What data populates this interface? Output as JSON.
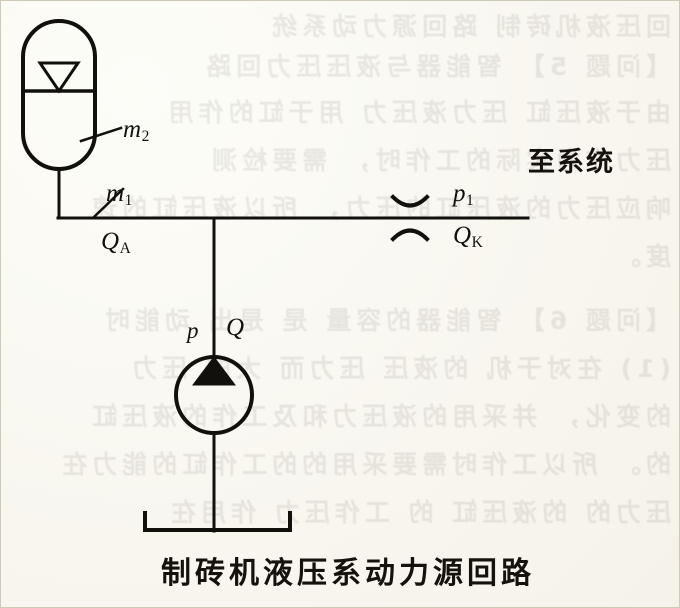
{
  "figure": {
    "caption": "制砖机液压系动力源回路",
    "to_system_label": "至系统"
  },
  "labels": {
    "accumulator_mass": "m",
    "accumulator_mass_sub": "2",
    "line_mass": "m",
    "line_mass_sub": "1",
    "flow_a": "Q",
    "flow_a_sub": "A",
    "pressure_1": "p",
    "pressure_1_sub": "1",
    "flow_k": "Q",
    "flow_k_sub": "K",
    "pump_pressure": "p",
    "pump_flow": "Q"
  },
  "components": {
    "accumulator": "accumulator-symbol",
    "gas_triangle": "gas-charge-triangle-icon",
    "orifice": "fixed-orifice-symbol",
    "pump": "hydraulic-pump-symbol",
    "pump_arrow": "pump-direction-triangle-icon",
    "tank": "reservoir-tank-symbol",
    "pipe_vertical_accumulator": "accumulator-drop-pipe",
    "pipe_horizontal_main": "main-pressure-line",
    "pipe_vertical_pump": "pump-delivery-line",
    "pipe_pump_to_tank": "pump-suction-line"
  },
  "colors": {
    "ink": "#12100c",
    "paper": "#fbfaf5",
    "border": "#cfc9b8"
  },
  "ghost_text": [
    "回压液机砖制 路回源力动系统",
    "【问题 5】 智能器与液压压力回路",
    "由于液压缸 压力液压力 用于缸的作用",
    "压力作为实际的工作时， 需要检测",
    "响应压力的液压缸的压力， 所以液压缸的速",
    "度。",
    "【问题 6】 智能器的容量 是 是出 动能时",
    "(1) 在对于机 的液压 压力而 大的 压力",
    "的变化， 并采用的液压力和及工作的液压缸",
    "的。 所以工作时需要采用的的工作缸的能力在",
    "压力的 的液压缸 的 工作压力 作用在"
  ]
}
